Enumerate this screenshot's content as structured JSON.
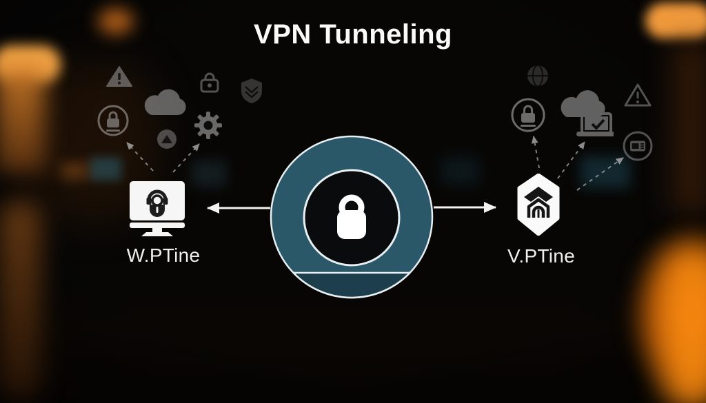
{
  "title": "VPN Tunneling",
  "nodes": {
    "left": {
      "label": "W.PTine",
      "icon": "monitor-lock-icon"
    },
    "center": {
      "icon": "padlock-icon",
      "shape": "tunnel-ring"
    },
    "right": {
      "label": "V.PTine",
      "icon": "secure-hexagon-icon"
    }
  },
  "satellites": {
    "left": [
      "warning-triangle-icon",
      "cloud-icon",
      "padlock-outline-icon",
      "shield-icon",
      "circle-lock-icon",
      "gear-icon",
      "mountain-badge-icon"
    ],
    "right": [
      "globe-icon",
      "circle-lock-icon",
      "cloud-laptop-check-icon",
      "warning-triangle-outline-icon",
      "circle-card-icon"
    ]
  },
  "colors": {
    "background": "#070605",
    "tunnel_ring": "#2b5868",
    "tunnel_ring_shadow": "#1d3f4d",
    "outline": "#e8eff2",
    "icon_gray": "#9e9e9e",
    "glow_orange": "#ef8a1e",
    "text": "#f2f2f2"
  }
}
